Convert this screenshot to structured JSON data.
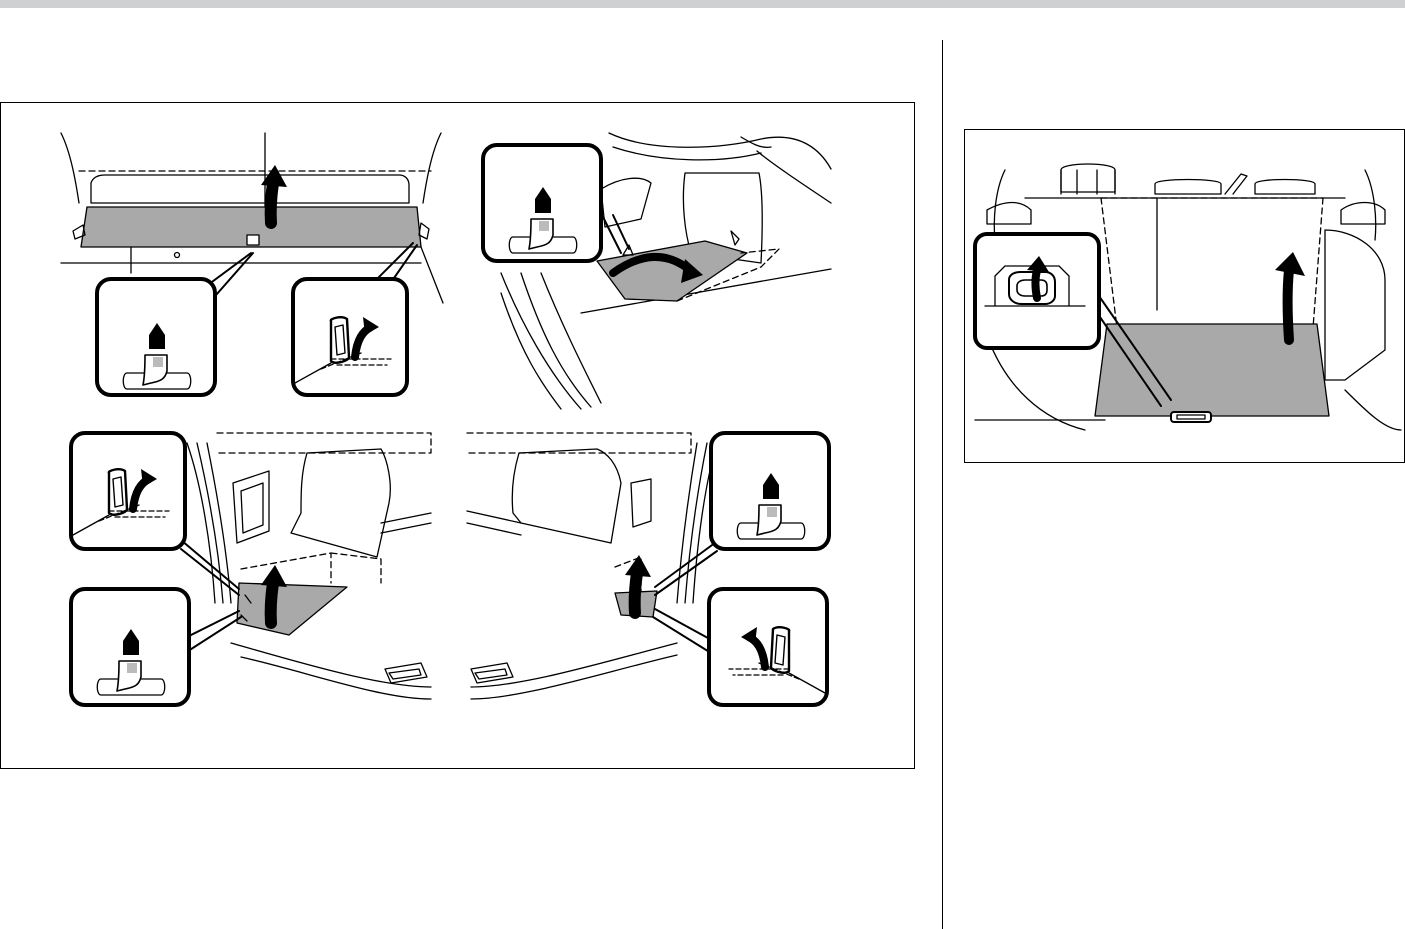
{
  "page": {
    "header_band_color": "#cfd0d2",
    "line_color": "#000000",
    "mat_fill_color": "#a9a9a9",
    "arrow_color": "#000000"
  },
  "figures": [
    {
      "name": "floor-mat-removal-steps",
      "panels": [
        {
          "name": "rear-tray-view",
          "callouts": [
            "fastener-tab",
            "hook-ring"
          ],
          "arrow": "up"
        },
        {
          "name": "side-floor-view",
          "callouts": [
            "fastener-tab"
          ],
          "arrow": "rotate"
        },
        {
          "name": "left-corner-view",
          "callouts": [
            "hook-ring",
            "fastener-tab"
          ],
          "arrow": "up"
        },
        {
          "name": "right-corner-view",
          "callouts": [
            "fastener-tab",
            "hook-ring"
          ],
          "arrow": "up"
        }
      ]
    },
    {
      "name": "cargo-floor-lift",
      "callouts": [
        "floor-handle"
      ],
      "arrow": "up"
    }
  ]
}
